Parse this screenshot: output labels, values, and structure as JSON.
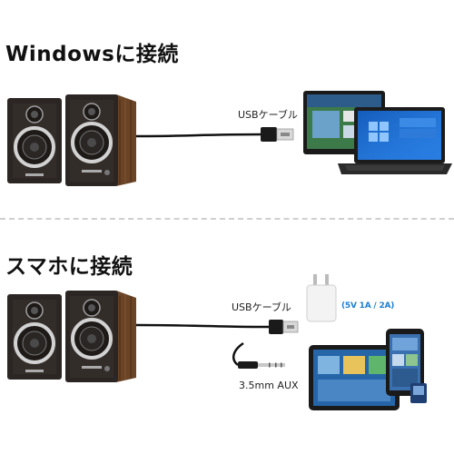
{
  "section1": {
    "title": "Windowsに接続",
    "cable_label": "USBケーブル"
  },
  "section2": {
    "title": "スマホに接続",
    "cable_label": "USBケーブル",
    "aux_label": "3.5mm AUX",
    "charger_badge": "(5V 1A / 2A)"
  },
  "colors": {
    "speaker_wood": "#5a3a22",
    "speaker_front": "#2a2422",
    "woofer_ring": "#c9c9c9",
    "screen_blue": "#1b6fd6",
    "divider": "#cfcfcf"
  },
  "icons": [
    "speaker-pair-icon",
    "usb-plug-icon",
    "laptop-icon",
    "monitor-icon",
    "charger-icon",
    "phone-icon",
    "tablet-icon",
    "aux-plug-icon"
  ]
}
